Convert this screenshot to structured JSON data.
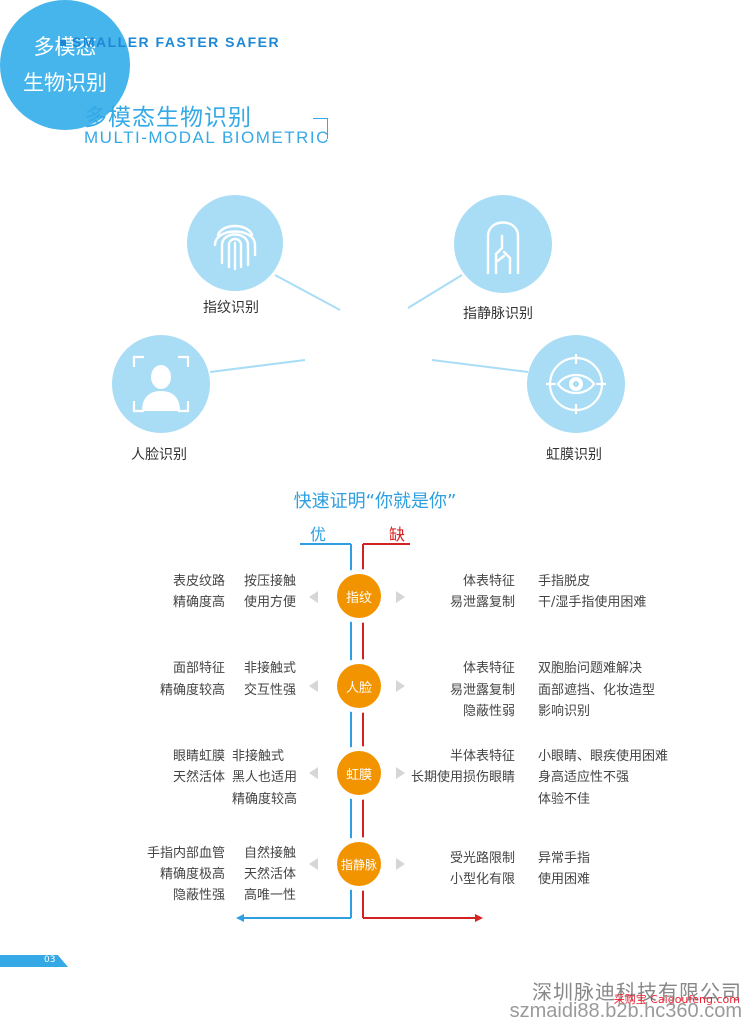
{
  "header": {
    "tagline": "SMALLER FASTER SAFER"
  },
  "section": {
    "title_cn": "多模态生物识别",
    "title_en": "MULTI-MODAL BIOMETRIC"
  },
  "diagram": {
    "center_line1": "多模态",
    "center_line2": "生物识别",
    "nodes": {
      "fingerprint": "指纹识别",
      "vein": "指静脉识别",
      "face": "人脸识别",
      "iris": "虹膜识别"
    },
    "circle_color": "#a9ddf6",
    "center_color": "#45b5ec"
  },
  "compare": {
    "title": "快速证明“你就是你”",
    "pros_label": "优",
    "cons_label": "缺",
    "pros_color": "#2e9fe0",
    "cons_color": "#d22222",
    "badge_color": "#f29400",
    "rows": [
      {
        "badge": "指纹",
        "pros_a": [
          "表皮纹路",
          "精确度高"
        ],
        "pros_b": [
          "按压接触",
          "使用方便"
        ],
        "cons_a": [
          "体表特征",
          "易泄露复制"
        ],
        "cons_b": [
          "手指脱皮",
          "干/湿手指使用困难"
        ]
      },
      {
        "badge": "人脸",
        "pros_a": [
          "面部特征",
          "精确度较高"
        ],
        "pros_b": [
          "非接触式",
          "交互性强"
        ],
        "cons_a": [
          "体表特征",
          "易泄露复制",
          "隐蔽性弱"
        ],
        "cons_b": [
          "双胞胎问题难解决",
          "面部遮挡、化妆造型",
          "影响识别"
        ]
      },
      {
        "badge": "虹膜",
        "pros_a": [
          "眼睛虹膜",
          "天然活体"
        ],
        "pros_b": [
          "非接触式",
          "黑人也适用",
          "精确度较高"
        ],
        "cons_a": [
          "半体表特征",
          "长期使用损伤眼睛"
        ],
        "cons_b": [
          "小眼睛、眼疾使用困难",
          "身高适应性不强",
          "体验不佳"
        ]
      },
      {
        "badge": "指静脉",
        "pros_a": [
          "手指内部血管",
          "精确度极高",
          "隐蔽性强"
        ],
        "pros_b": [
          "自然接触",
          "天然活体",
          "高唯一性"
        ],
        "cons_a": [
          "受光路限制",
          "小型化有限"
        ],
        "cons_b": [
          "异常手指",
          "使用困难"
        ]
      }
    ]
  },
  "footer": {
    "page_number": "03",
    "company": "深圳脉迪科技有限公司",
    "site": "szmaidi88.b2b.hc360.com",
    "watermark": "采购宝 Caigoufeng.com"
  }
}
